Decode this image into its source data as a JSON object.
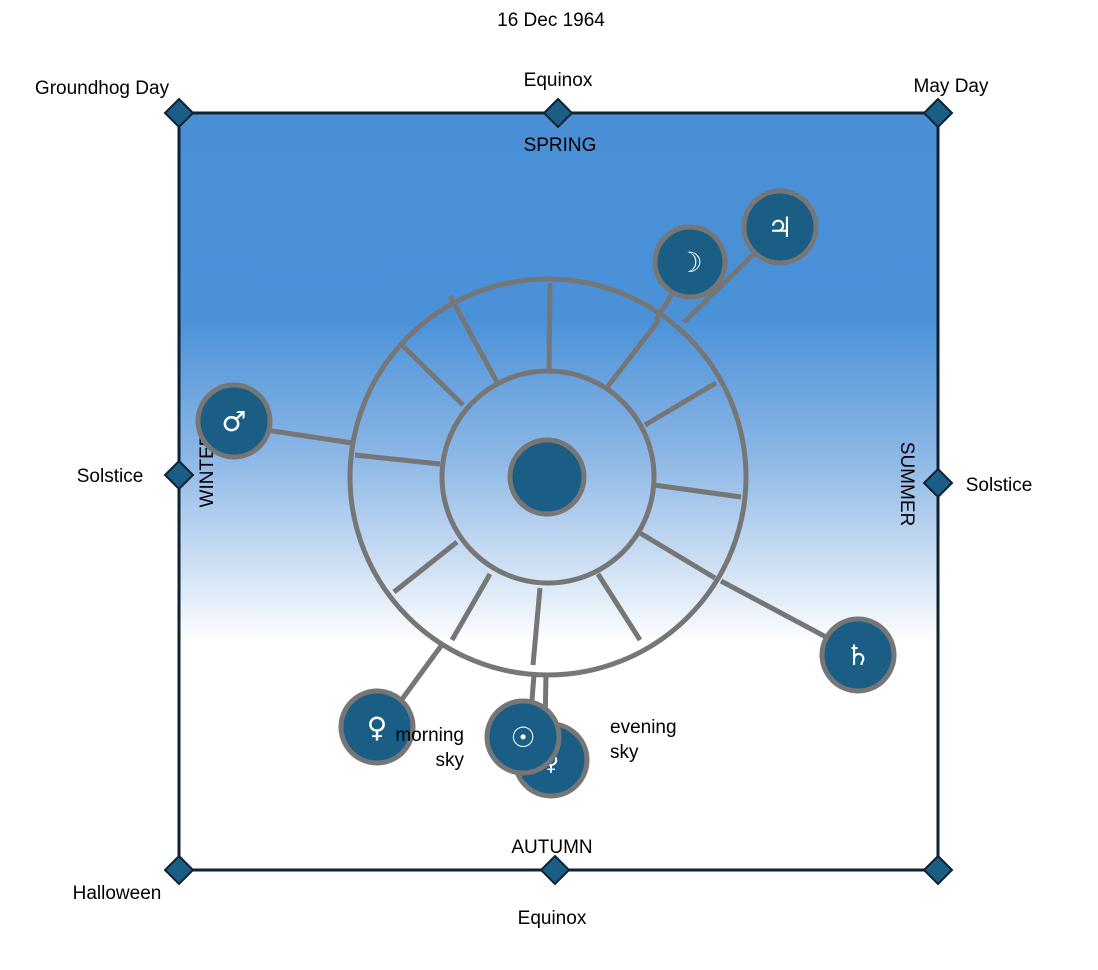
{
  "date": "16 Dec 1964",
  "corners": {
    "top_left": "Groundhog Day",
    "top_right": "May Day",
    "bottom_left": "Halloween"
  },
  "edges": {
    "top": "Equinox",
    "bottom": "Equinox",
    "left": "Solstice",
    "right": "Solstice"
  },
  "seasons": {
    "top": "SPRING",
    "bottom": "AUTUMN",
    "left": "WINTER",
    "right": "SUMMER"
  },
  "sky_labels": {
    "morning": [
      "morning",
      "sky"
    ],
    "evening": [
      "evening",
      "sky"
    ]
  },
  "bodies": [
    {
      "name": "jupiter",
      "glyph": "♃"
    },
    {
      "name": "moon",
      "glyph": "☽"
    },
    {
      "name": "mars",
      "glyph": "♂"
    },
    {
      "name": "saturn",
      "glyph": "♄"
    },
    {
      "name": "venus",
      "glyph": "♀"
    },
    {
      "name": "mercury",
      "glyph": "☿"
    },
    {
      "name": "sun",
      "glyph": "☉"
    }
  ],
  "colors": {
    "sky_top": "#4a8fd6",
    "sky_bottom": "#ffffff",
    "body_fill": "#1a5e86",
    "body_stroke": "#767676",
    "wheel_stroke": "#767676",
    "frame": "#0f2233",
    "marker": "#1a5e86"
  }
}
